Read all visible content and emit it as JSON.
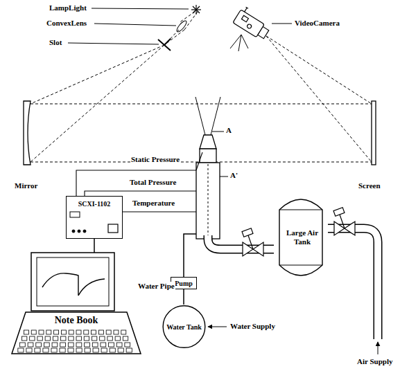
{
  "diagram": {
    "nodes": [
      {
        "text": [
          "SCXI-1102"
        ]
      },
      {
        "text": [
          "Large Air Tank"
        ]
      },
      {
        "text": [
          "Pump"
        ]
      },
      {
        "text": [
          "Note Book"
        ]
      },
      {
        "text": [
          "Water Tank"
        ]
      }
    ],
    "edges": [
      {
        "from": 0,
        "to": 3,
        "arrow": "none"
      },
      {
        "from": 2,
        "to": 4,
        "arrow": "none"
      }
    ],
    "labels": [
      "LampLight",
      "ConvexLens",
      "Slot",
      "VideoCamera",
      "A",
      "Static Pressure",
      "Total Pressure",
      "Temperature",
      "A'",
      "Mirror",
      "Screen",
      "Water Pipe",
      "Water Supply",
      "Air Supply"
    ]
  }
}
